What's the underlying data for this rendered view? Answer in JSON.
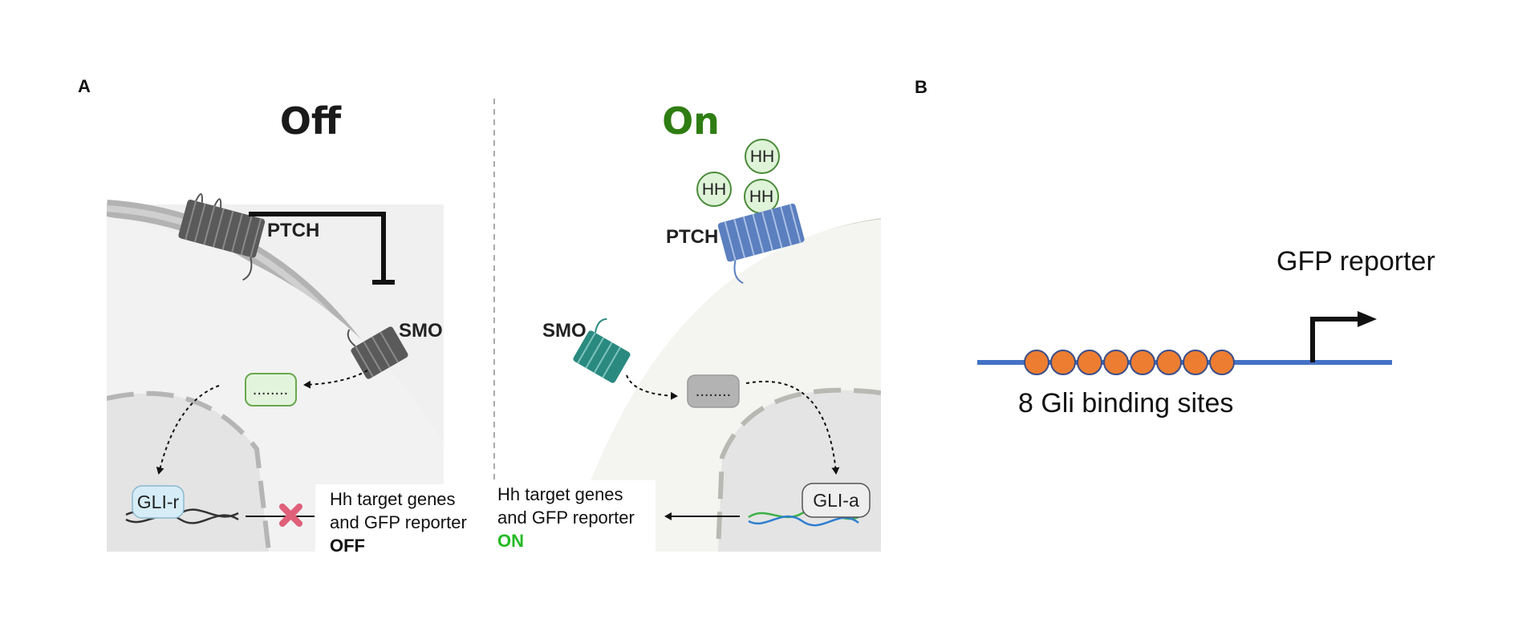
{
  "panel_a": {
    "letter": "A",
    "off": {
      "title": "Off",
      "ptch_label": "PTCH",
      "smo_label": "SMO",
      "intermediate_label": "........",
      "gli_label": "GLI-r",
      "target_line1": "Hh target genes",
      "target_line2": "and GFP reporter",
      "target_state": "OFF"
    },
    "on": {
      "title": "On",
      "hh_labels": [
        "HH",
        "HH",
        "HH"
      ],
      "ptch_label": "PTCH",
      "smo_label": "SMO",
      "intermediate_label": "........",
      "gli_label": "GLI-a",
      "target_line1": "Hh target genes",
      "target_line2": "and GFP reporter",
      "target_state": "ON"
    }
  },
  "panel_b": {
    "letter": "B",
    "reporter_label": "GFP reporter",
    "binding_sites_label": "8 Gli binding sites",
    "binding_site_count": 8
  },
  "colors": {
    "on_title": "#2e7d12",
    "off_title": "#1a1a1a",
    "on_state_text": "#22bb22",
    "dna_line": "#4472c4",
    "binding_site_fill": "#ed7d31",
    "ptch_off": "#555555",
    "ptch_on": "#5b7fbf",
    "smo_on": "#2a8a80",
    "hh_fill": "#dff3d8",
    "block_x": "#e0607a"
  }
}
